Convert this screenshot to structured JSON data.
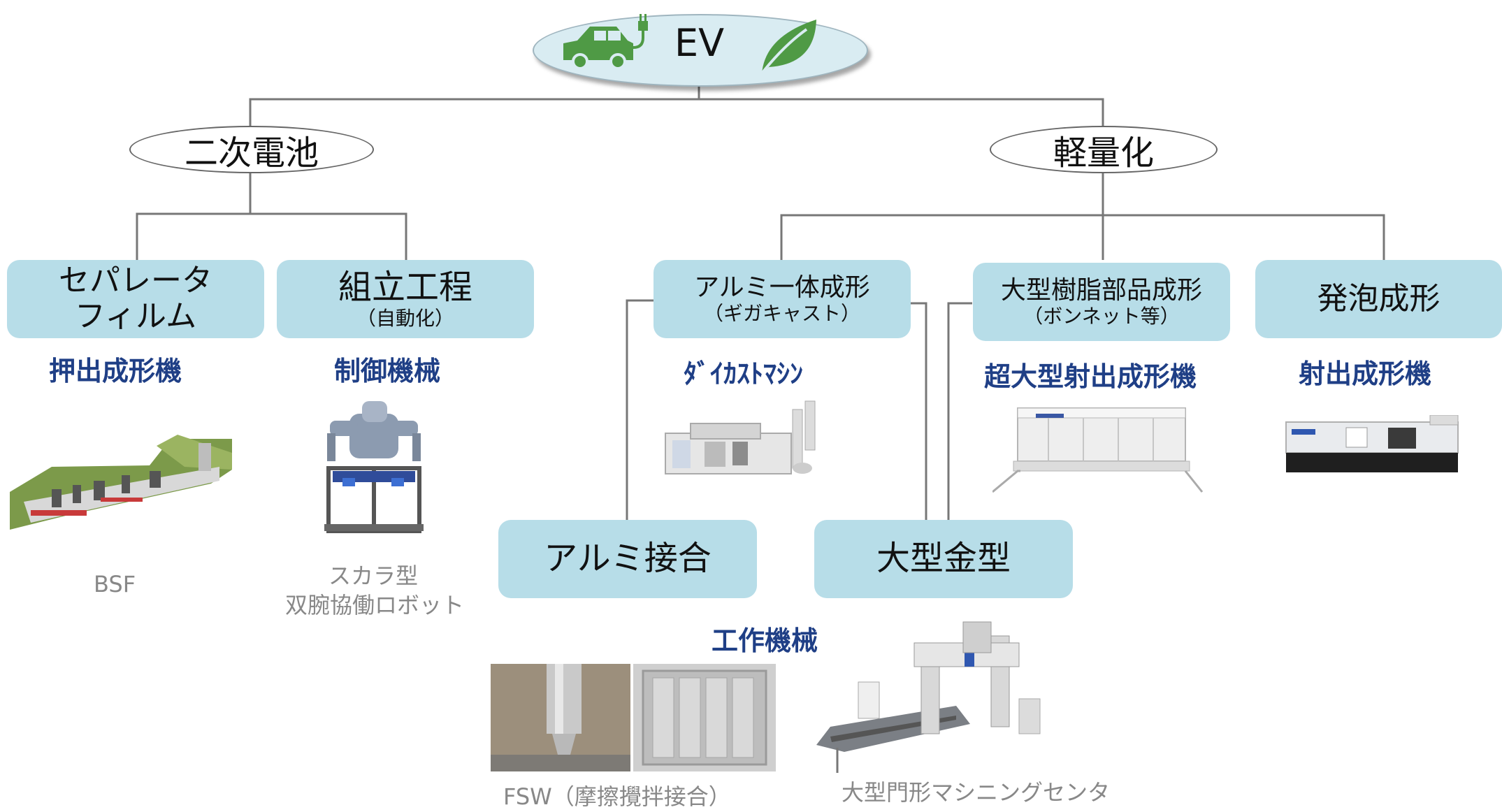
{
  "root": {
    "label": "EV",
    "icons": [
      "car-plug-icon",
      "leaf-icon"
    ],
    "color": "#d9ecf2"
  },
  "branches": {
    "battery": "二次電池",
    "lightweight": "軽量化"
  },
  "boxes": {
    "separator": {
      "line1": "セパレータ",
      "line2": "フィルム"
    },
    "assembly": {
      "line1": "組立工程",
      "line2": "（自動化）"
    },
    "alumi_casting": {
      "line1": "アルミ一体成形",
      "line2": "（ギガキャスト）"
    },
    "resin_parts": {
      "line1": "大型樹脂部品成形",
      "line2": "（ボンネット等）"
    },
    "foam": {
      "line1": "発泡成形"
    },
    "alumi_joining": {
      "line1": "アルミ接合"
    },
    "large_mold": {
      "line1": "大型金型"
    }
  },
  "machines": {
    "extrusion": "押出成形機",
    "control": "制御機械",
    "diecast": "ﾀﾞｲｶｽﾄﾏｼﾝ",
    "super_injection": "超大型射出成形機",
    "injection": "射出成形機",
    "machine_tool": "工作機械"
  },
  "captions": {
    "bsf": "BSF",
    "scara_1": "スカラ型",
    "scara_2": "双腕協働ロボット",
    "fsw": "FSW（摩擦攪拌接合）",
    "gantry": "大型門形マシニングセンタ"
  },
  "colors": {
    "box": "#b7dde8",
    "category": "#1f3f86",
    "caption": "#888888",
    "line": "#777777"
  }
}
